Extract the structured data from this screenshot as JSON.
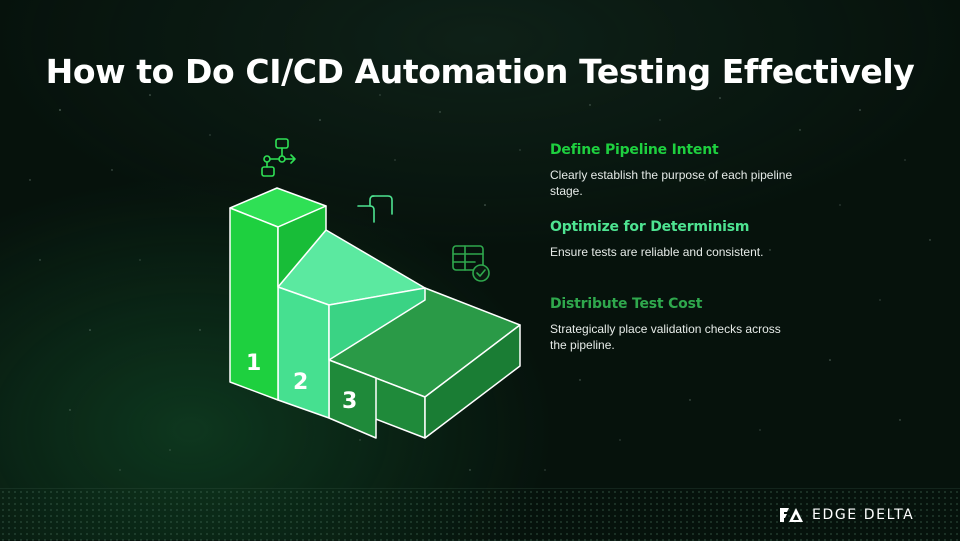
{
  "title": "How to Do CI/CD Automation Testing Effectively",
  "steps": [
    {
      "number": "1",
      "heading": "Define Pipeline Intent",
      "description": "Clearly establish the purpose of each pipeline stage.",
      "color": "#1ed03f",
      "icon": "workflow-icon"
    },
    {
      "number": "2",
      "heading": "Optimize for Determinism",
      "description": "Ensure tests are reliable and consistent.",
      "color": "#4ee391",
      "icon": "pipeline-branch-icon"
    },
    {
      "number": "3",
      "heading": "Distribute Test Cost",
      "description": "Strategically place validation checks across the pipeline.",
      "color": "#1f8a3a",
      "icon": "table-check-icon"
    }
  ],
  "brand": {
    "name": "EDGE DELTA",
    "icon": "edge-delta-logo-icon"
  }
}
